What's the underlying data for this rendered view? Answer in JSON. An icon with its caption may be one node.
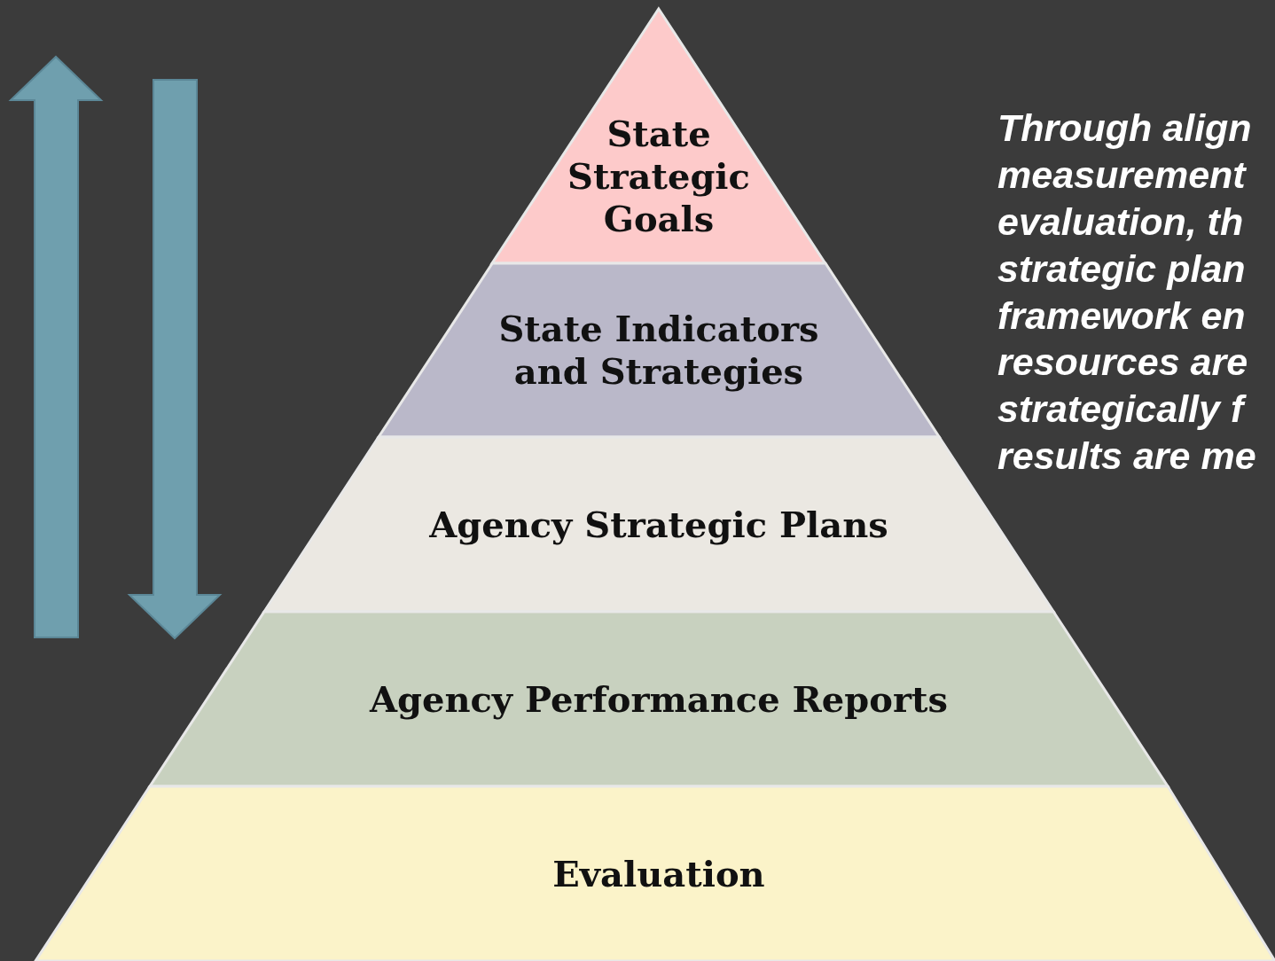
{
  "diagram": {
    "nodes": [
      {
        "text": [
          "State Strategic Goals"
        ]
      },
      {
        "text": [
          "State Indicators and Strategies"
        ]
      },
      {
        "text": [
          "Agency Strategic Plans"
        ]
      },
      {
        "text": [
          "Agency Performance Reports"
        ]
      },
      {
        "text": [
          "Evaluation"
        ]
      }
    ],
    "labels": [
      "Through align measurement evaluation, th strategic plan framework en resources are strategically f results are me"
    ]
  }
}
